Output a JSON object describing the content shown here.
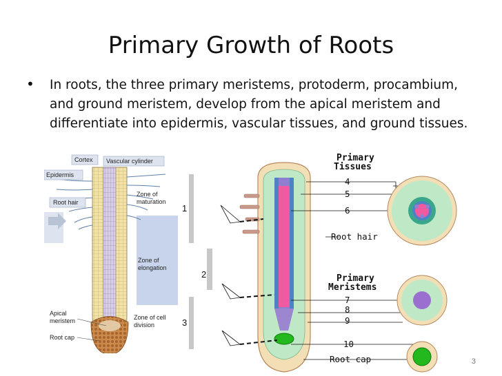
{
  "slide": {
    "title": "Primary Growth of Roots",
    "bullet": "In roots, the three primary meristems, protoderm, procambium, and ground meristem, develop from the apical meristem and differentiate into epidermis, vascular tissues, and ground tissues.",
    "page_number": "3"
  },
  "left_figure": {
    "labels": {
      "cortex": "Cortex",
      "vascular_cylinder": "Vascular cylinder",
      "epidermis": "Epidermis",
      "root_hair": "Root hair",
      "zone_maturation_1": "Zone of",
      "zone_maturation_2": "maturation",
      "zone_elongation_1": "Zone of",
      "zone_elongation_2": "elongation",
      "zone_division_1": "Zone of cell",
      "zone_division_2": "division",
      "apical_meristem_1": "Apical",
      "apical_meristem_2": "meristem",
      "root_cap": "Root cap"
    },
    "zone_numbers": [
      "1",
      "2",
      "3"
    ]
  },
  "right_figure": {
    "primary_tissues_1": "Primary",
    "primary_tissues_2": "Tissues",
    "primary_meristems_1": "Primary",
    "primary_meristems_2": "Meristems",
    "root_hair": "Root hair",
    "root_cap": "Root cap",
    "numbers": [
      "4",
      "5",
      "6",
      "7",
      "8",
      "9",
      "10"
    ]
  }
}
